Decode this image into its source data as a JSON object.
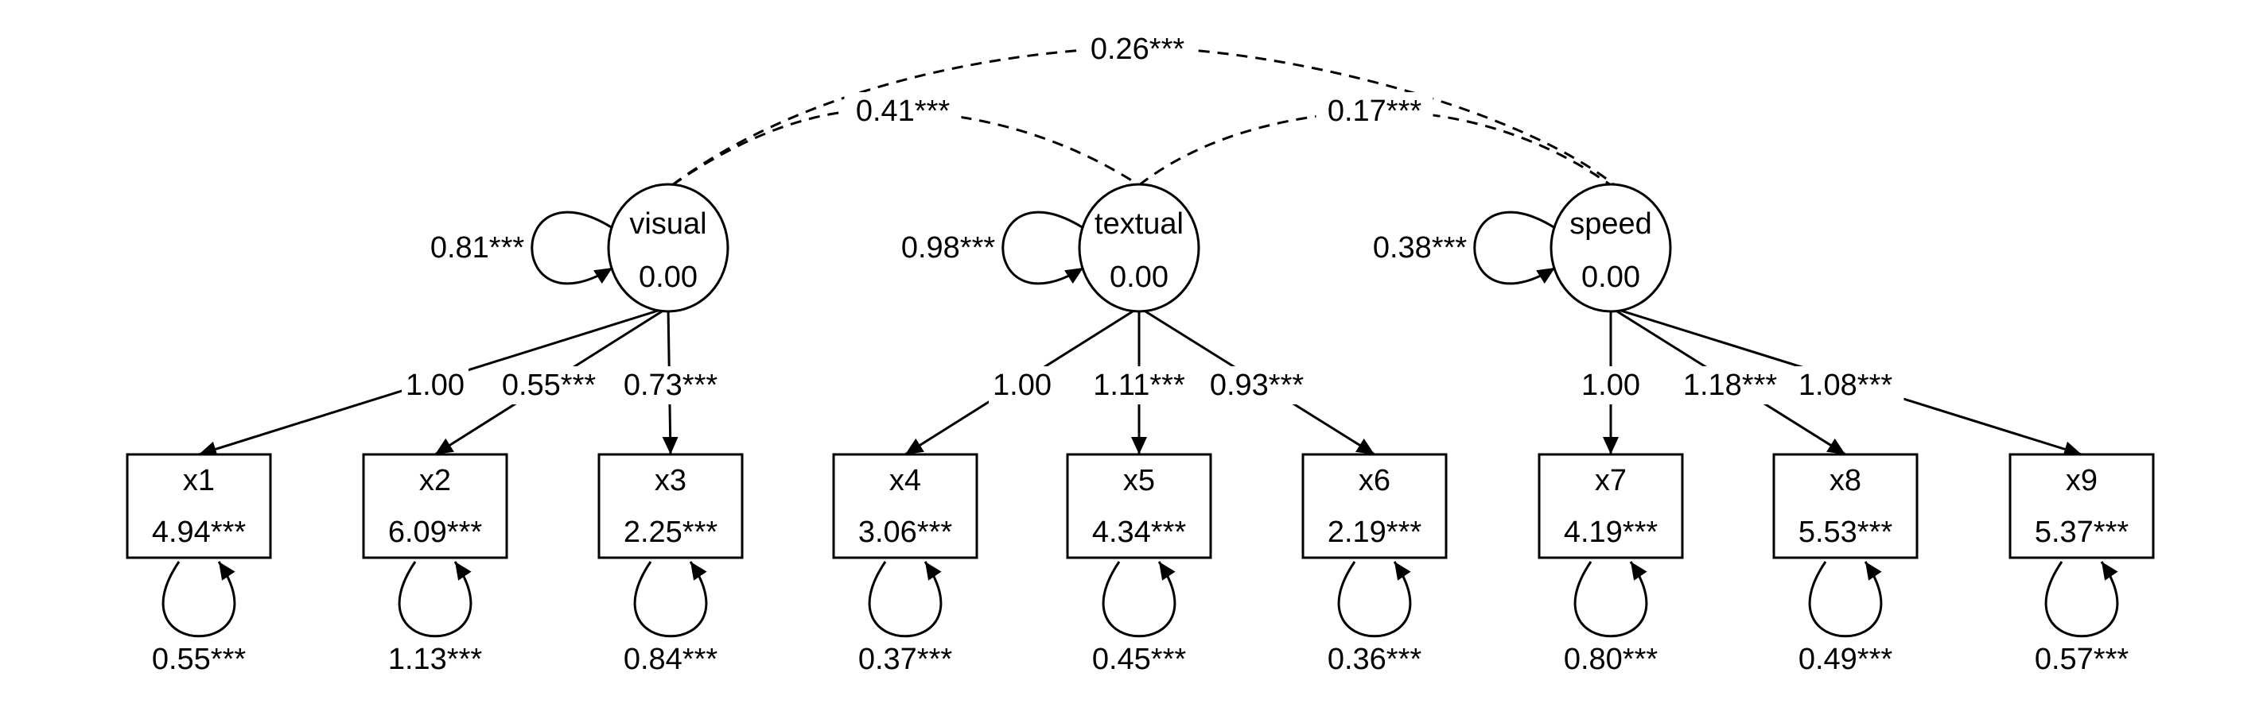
{
  "latents": [
    {
      "id": "visual",
      "label": "visual",
      "value": "0.00",
      "variance": "0.81***"
    },
    {
      "id": "textual",
      "label": "textual",
      "value": "0.00",
      "variance": "0.98***"
    },
    {
      "id": "speed",
      "label": "speed",
      "value": "0.00",
      "variance": "0.38***"
    }
  ],
  "observed": [
    {
      "id": "x1",
      "label": "x1",
      "value": "4.94***",
      "residual": "0.55***"
    },
    {
      "id": "x2",
      "label": "x2",
      "value": "6.09***",
      "residual": "1.13***"
    },
    {
      "id": "x3",
      "label": "x3",
      "value": "2.25***",
      "residual": "0.84***"
    },
    {
      "id": "x4",
      "label": "x4",
      "value": "3.06***",
      "residual": "0.37***"
    },
    {
      "id": "x5",
      "label": "x5",
      "value": "4.34***",
      "residual": "0.45***"
    },
    {
      "id": "x6",
      "label": "x6",
      "value": "2.19***",
      "residual": "0.36***"
    },
    {
      "id": "x7",
      "label": "x7",
      "value": "4.19***",
      "residual": "0.80***"
    },
    {
      "id": "x8",
      "label": "x8",
      "value": "5.53***",
      "residual": "0.49***"
    },
    {
      "id": "x9",
      "label": "x9",
      "value": "5.37***",
      "residual": "0.57***"
    }
  ],
  "loadings": [
    {
      "from": "visual",
      "to": "x1",
      "label": "1.00"
    },
    {
      "from": "visual",
      "to": "x2",
      "label": "0.55***"
    },
    {
      "from": "visual",
      "to": "x3",
      "label": "0.73***"
    },
    {
      "from": "textual",
      "to": "x4",
      "label": "1.00"
    },
    {
      "from": "textual",
      "to": "x5",
      "label": "1.11***"
    },
    {
      "from": "textual",
      "to": "x6",
      "label": "0.93***"
    },
    {
      "from": "speed",
      "to": "x7",
      "label": "1.00"
    },
    {
      "from": "speed",
      "to": "x8",
      "label": "1.18***"
    },
    {
      "from": "speed",
      "to": "x9",
      "label": "1.08***"
    }
  ],
  "covariances": [
    {
      "a": "visual",
      "b": "speed",
      "label": "0.26***"
    },
    {
      "a": "visual",
      "b": "textual",
      "label": "0.41***"
    },
    {
      "a": "textual",
      "b": "speed",
      "label": "0.17***"
    }
  ]
}
